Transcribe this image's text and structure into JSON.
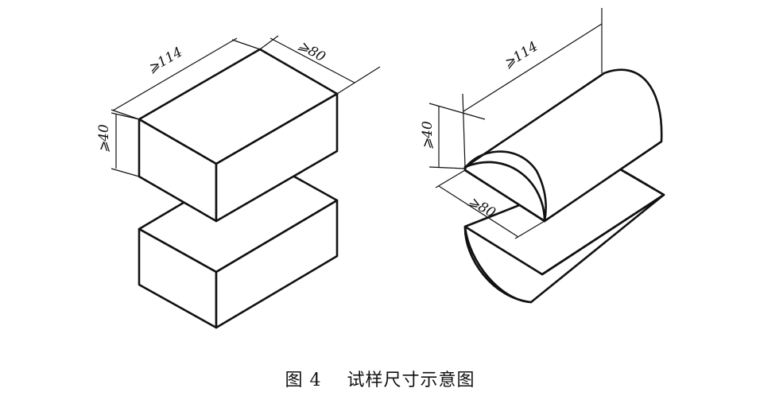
{
  "figure": {
    "caption_number": "图 4",
    "caption_title": "试样尺寸示意图"
  },
  "left_specimen": {
    "length_label": "⩾114",
    "width_label": "⩾80",
    "height_label": "⩾40"
  },
  "right_specimen": {
    "length_label": "⩾114",
    "width_label": "⩾80",
    "height_label": "⩾40"
  }
}
